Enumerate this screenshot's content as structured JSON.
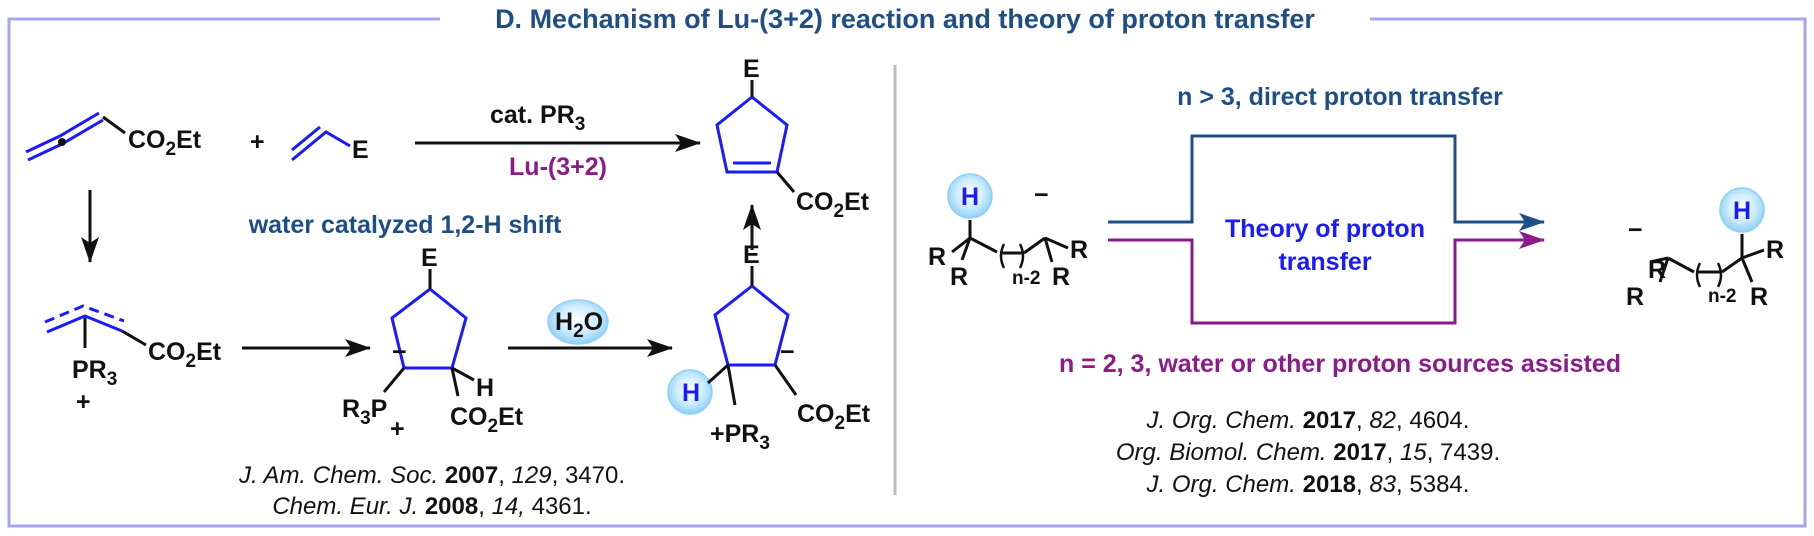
{
  "title": "D. Mechanism of Lu-(3+2) reaction and theory of proton transfer",
  "colors": {
    "frame": "#a6a6ee",
    "title": "#1f4e86",
    "blue": "#1f4e86",
    "purple": "#8b1a8b",
    "ring": "#1a1aff",
    "highlight": "#bfe6ff",
    "divider": "#bdbdbd",
    "black": "#111111"
  },
  "left": {
    "reaction": {
      "reagent_top": "cat. PR",
      "reagent_top_sub": "3",
      "reagent_bottom": "Lu-(3+2)",
      "plus": "+",
      "shift_label": "water catalyzed 1,2-H shift"
    },
    "allenoate": {
      "group": "CO",
      "sub": "2",
      "tail": "Et"
    },
    "alkene": {
      "group": "E"
    },
    "product": {
      "top": "E",
      "group": "CO",
      "sub": "2",
      "tail": "Et"
    },
    "zwitterion": {
      "group": "CO",
      "sub": "2",
      "tail": "Et",
      "p": "PR",
      "p_sub": "3",
      "charge": "+"
    },
    "cycloadduct": {
      "top": "E",
      "h": "H",
      "minus": "−",
      "r3p": "R",
      "r3p_sub": "3",
      "r3p_tail": "P",
      "plus": "+",
      "group": "CO",
      "sub": "2",
      "tail": "Et"
    },
    "protonated": {
      "top": "E",
      "h": "H",
      "minus": "−",
      "group": "CO",
      "sub": "2",
      "tail": "Et",
      "p_prefix": "+PR",
      "p_sub": "3"
    },
    "water": {
      "h": "H",
      "sub": "2",
      "o": "O"
    },
    "refs": [
      {
        "journal": "J. Am. Chem. Soc.",
        "year": "2007",
        "sep": ",",
        "vol": "129",
        "page": ", 3470."
      },
      {
        "journal": "Chem. Eur. J.",
        "year": "2008",
        "sep": ",",
        "vol": "14,",
        "page": " 4361."
      }
    ]
  },
  "right": {
    "direct_label": "n > 3, direct proton transfer",
    "box_label_1": "Theory of proton",
    "box_label_2": "transfer",
    "assisted_label": "n = 2, 3, water or other proton sources assisted",
    "left_mol": {
      "h": "H",
      "r": "R",
      "minus": "−",
      "chain": "n-2"
    },
    "right_mol": {
      "h": "H",
      "r": "R",
      "minus": "−",
      "chain": "n-2"
    },
    "refs": [
      {
        "journal": "J. Org. Chem.",
        "year": "2017",
        "sep": ",",
        "vol": "82",
        "page": ", 4604."
      },
      {
        "journal": "Org. Biomol. Chem.",
        "year": "2017",
        "sep": ",",
        "vol": "15",
        "page": ", 7439."
      },
      {
        "journal": "J. Org. Chem.",
        "year": "2018",
        "sep": ",",
        "vol": "83",
        "page": ", 5384."
      }
    ]
  }
}
